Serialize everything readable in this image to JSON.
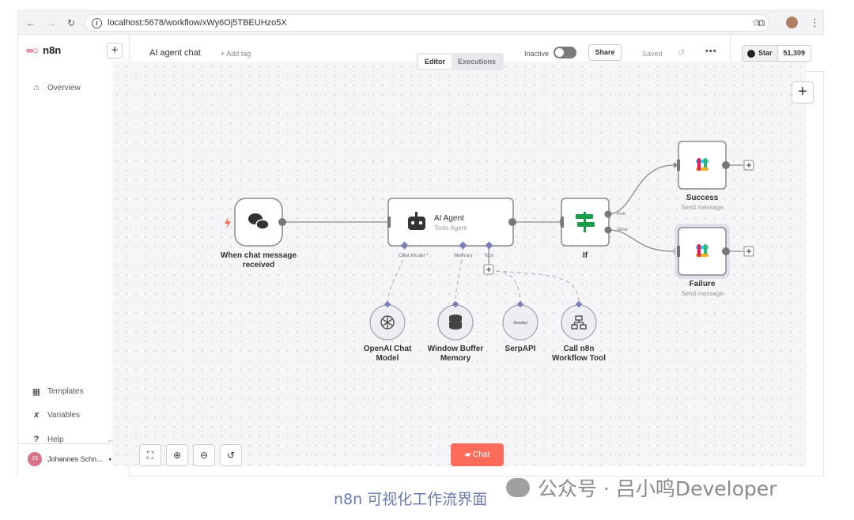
{
  "browser": {
    "back": "←",
    "forward": "→",
    "reload": "↻",
    "url": "localhost:5678/workflow/xWy6Oj5TBEUHzo5X",
    "star": "☆",
    "ext": "⧉",
    "menu": "⋮"
  },
  "sidebar": {
    "logo_mark": "∞○",
    "logo": "n8n",
    "add": "+",
    "overview": "Overview",
    "templates": "Templates",
    "variables": "Variables",
    "help": "Help",
    "user_initials": "JS",
    "user_name": "Johannes Schn...",
    "user_more": "•••",
    "collapse": "‹"
  },
  "header": {
    "workflow_name": "AI agent chat",
    "add_tag": "+ Add tag",
    "status": "Inactive",
    "share": "Share",
    "saved": "Saved",
    "undo": "↺",
    "more": "•••",
    "github_star": "Star",
    "github_count": "51,309"
  },
  "tabs": {
    "editor": "Editor",
    "executions": "Executions"
  },
  "nodes": {
    "trigger": {
      "label": "When chat message received"
    },
    "agent": {
      "title": "AI Agent",
      "subtitle": "Tools Agent",
      "port_model": "Chat Model",
      "port_model_required": "*",
      "port_memory": "Memory",
      "port_tool": "Tool"
    },
    "if": {
      "label": "If",
      "out_true": "true",
      "out_false": "false"
    },
    "success": {
      "label": "Success",
      "subtitle": "Send message"
    },
    "failure": {
      "label": "Failure",
      "subtitle": "Send message"
    },
    "openai": {
      "label": "OpenAI Chat Model"
    },
    "memory": {
      "label": "Window Buffer Memory"
    },
    "serpapi": {
      "label": "SerpAPI",
      "icon_text": "SerpApi"
    },
    "callwf": {
      "label": "Call n8n Workflow Tool"
    }
  },
  "canvas": {
    "add": "+",
    "chat_button": "Chat",
    "controls": {
      "fit": "⛶",
      "zoom_in": "⊕",
      "zoom_out": "⊖",
      "reset": "↺"
    }
  },
  "colors": {
    "accent": "#ff6d5a",
    "brand": "#ea4b71",
    "edge": "#8a8a8a",
    "port": "#7b7fb8",
    "if_green": "#1a9c4b"
  },
  "caption": "n8n 可视化工作流界面",
  "watermark": "公众号 · 吕小鸣Developer"
}
